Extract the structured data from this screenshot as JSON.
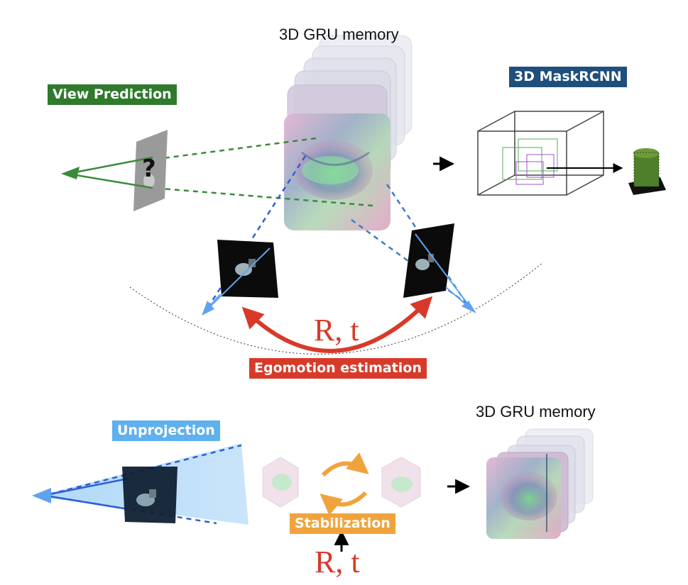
{
  "top": {
    "memory_title": "3D GRU memory",
    "view_prediction": "View Prediction",
    "maskrcnn": "3D MaskRCNN",
    "question_mark": "?",
    "rt_label": "R, t",
    "egomotion": "Egomotion estimation"
  },
  "bottom": {
    "memory_title": "3D GRU memory",
    "unprojection": "Unprojection",
    "stabilization": "Stabilization",
    "rt_label": "R, t"
  },
  "colors": {
    "view_prediction_bg": "#2f7a2c",
    "maskrcnn_bg": "#1f4f7c",
    "egomotion_bg": "#d83a2a",
    "unprojection_bg": "#5fb0ee",
    "stabilization_bg": "#f0a33d",
    "rt_text": "#d83a2a",
    "green_dash": "#3b8a3b",
    "blue_dash": "#2f5fd0"
  }
}
